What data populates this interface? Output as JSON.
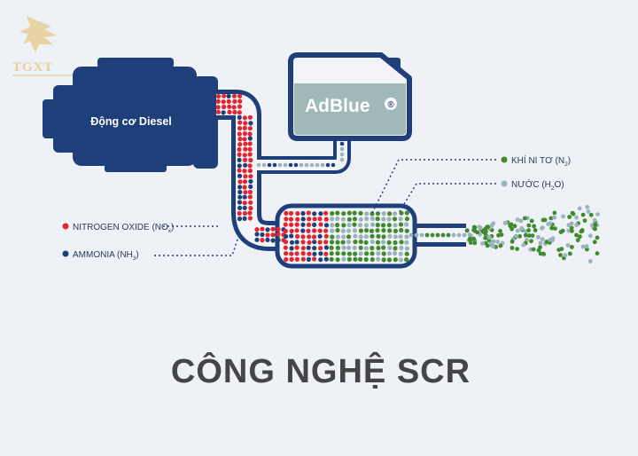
{
  "logo": {
    "text": "TGXT"
  },
  "engine": {
    "label": "Động cơ Diesel"
  },
  "tank": {
    "label": "AdBlue",
    "reg": "®"
  },
  "legend": {
    "nitrogen_oxide": {
      "text": "NITROGEN OXIDE (NO",
      "sub": "x",
      "close": ")",
      "color": "#e32530"
    },
    "ammonia": {
      "text": "AMMONIA (NH",
      "sub": "3",
      "close": ")",
      "color": "#1f3f7a"
    },
    "nitrogen": {
      "text": "KHÍ NI TƠ (N",
      "sub": "2",
      "close": ")",
      "color": "#3f8a2c"
    },
    "water": {
      "text": "NƯỚC (H",
      "sub": "2",
      "close": "O)",
      "color": "#9ab4bd"
    }
  },
  "title": "CÔNG NGHỆ SCR",
  "colors": {
    "pipe": "#1f3f7a",
    "pipe_inner": "#f2f4f8",
    "tank_fill": "#9fb8b8",
    "background": "#eef1f5"
  }
}
